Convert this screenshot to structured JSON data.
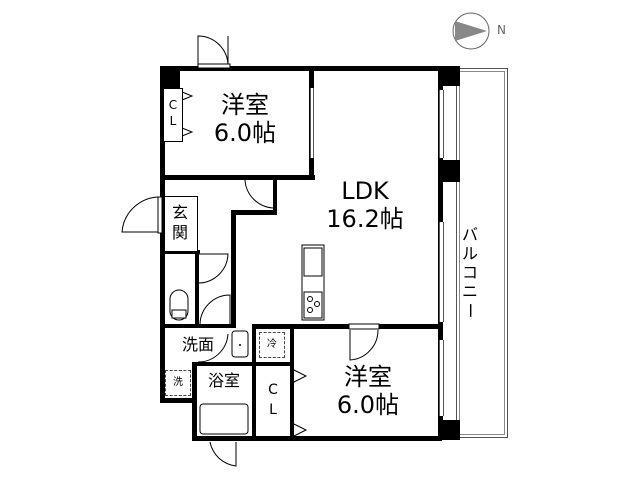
{
  "compass": {
    "label": "N",
    "icon": "north-arrow-icon"
  },
  "rooms": {
    "western_room_1": {
      "name": "洋室",
      "size": "6.0帖"
    },
    "ldk": {
      "name": "LDK",
      "size": "16.2帖"
    },
    "western_room_2": {
      "name": "洋室",
      "size": "6.0帖"
    },
    "entrance": {
      "name": "玄\n関",
      "line1": "玄",
      "line2": "関"
    },
    "washroom": {
      "name": "洗面"
    },
    "bathroom": {
      "name": "浴室"
    },
    "balcony": {
      "name": "バルコニー",
      "chars": [
        "バ",
        "ル",
        "コ",
        "ニ",
        "ー"
      ]
    }
  },
  "closets": {
    "closet_1": {
      "line1": "C",
      "line2": "L"
    },
    "closet_2": {
      "line1": "C",
      "line2": "L"
    }
  },
  "fixtures": {
    "fridge": {
      "label": "冷"
    },
    "washer": {
      "label": "洗"
    }
  },
  "colors": {
    "wall": "#000000",
    "compass_fill": "#888888",
    "compass_stroke": "#666666"
  }
}
